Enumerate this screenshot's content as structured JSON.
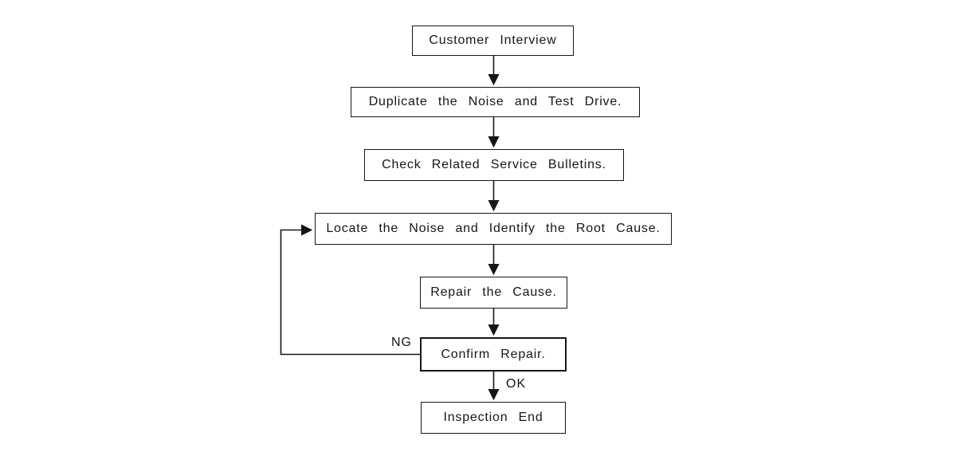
{
  "diagram": {
    "type": "flowchart",
    "steps": [
      {
        "id": "customer-interview",
        "label": "Customer Interview"
      },
      {
        "id": "duplicate-noise-test-drive",
        "label": "Duplicate the Noise and Test Drive."
      },
      {
        "id": "check-service-bulletins",
        "label": "Check Related Service Bulletins."
      },
      {
        "id": "locate-noise-root-cause",
        "label": "Locate the Noise and Identify the Root Cause."
      },
      {
        "id": "repair-cause",
        "label": "Repair the Cause."
      },
      {
        "id": "confirm-repair",
        "label": "Confirm Repair."
      },
      {
        "id": "inspection-end",
        "label": "Inspection End"
      }
    ],
    "connections": [
      {
        "from": "customer-interview",
        "to": "duplicate-noise-test-drive",
        "label": ""
      },
      {
        "from": "duplicate-noise-test-drive",
        "to": "check-service-bulletins",
        "label": ""
      },
      {
        "from": "check-service-bulletins",
        "to": "locate-noise-root-cause",
        "label": ""
      },
      {
        "from": "locate-noise-root-cause",
        "to": "repair-cause",
        "label": ""
      },
      {
        "from": "repair-cause",
        "to": "confirm-repair",
        "label": ""
      },
      {
        "from": "confirm-repair",
        "to": "inspection-end",
        "label": "OK"
      },
      {
        "from": "confirm-repair",
        "to": "locate-noise-root-cause",
        "label": "NG"
      }
    ],
    "colors": {
      "line": "#161616",
      "box_fill": "#ffffff",
      "background": "#ffffff"
    }
  }
}
